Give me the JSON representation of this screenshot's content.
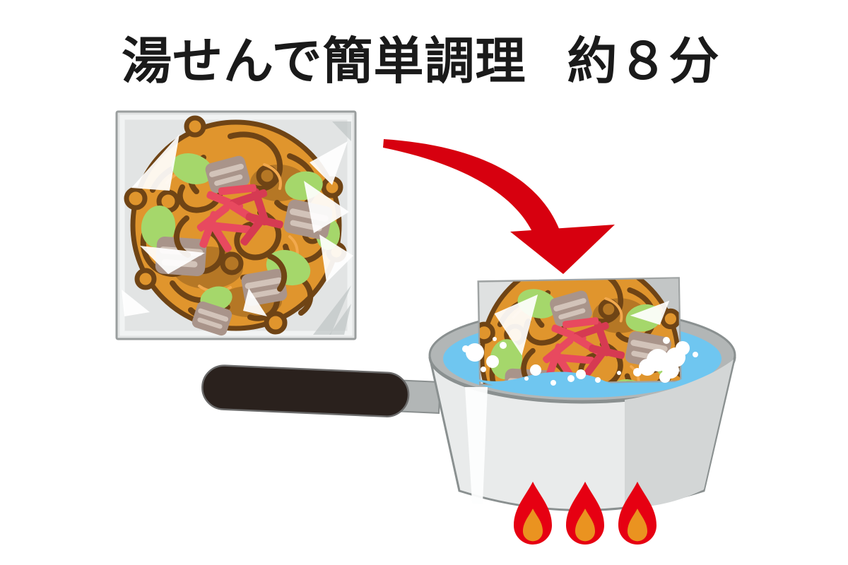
{
  "title": {
    "main": "湯せんで簡単調理",
    "duration": "約８分"
  },
  "scene": {
    "flame_count": 3
  },
  "palette": {
    "title_color": "#1a1a1a",
    "arrow_red": "#d7000f",
    "flame_red": "#e60012",
    "flame_orange": "#ea9320",
    "water_blue": "#6fc6f0",
    "pot_body": "#e9ebeb",
    "pot_shade": "#d3d6d6",
    "pot_rim": "#b2b6b6",
    "pot_outline": "#8a9090",
    "handle_brown": "#2a211d",
    "handle_metal": "#b2b6b6",
    "bag_gray": "#e2e4e4",
    "bag_inner_light": "#f1f3f3",
    "noodle_orange": "#e0952d",
    "noodle_outline": "#6f4415",
    "noodle_shadow": "#8a5a1d",
    "cabbage_green": "#a5d76b",
    "meat_taupe": "#a9948a",
    "meat_stripe": "#d2c3b9",
    "ginger_red": "#e8495f",
    "ginger_dark": "#d63a52",
    "bubble_white": "#ffffff"
  }
}
